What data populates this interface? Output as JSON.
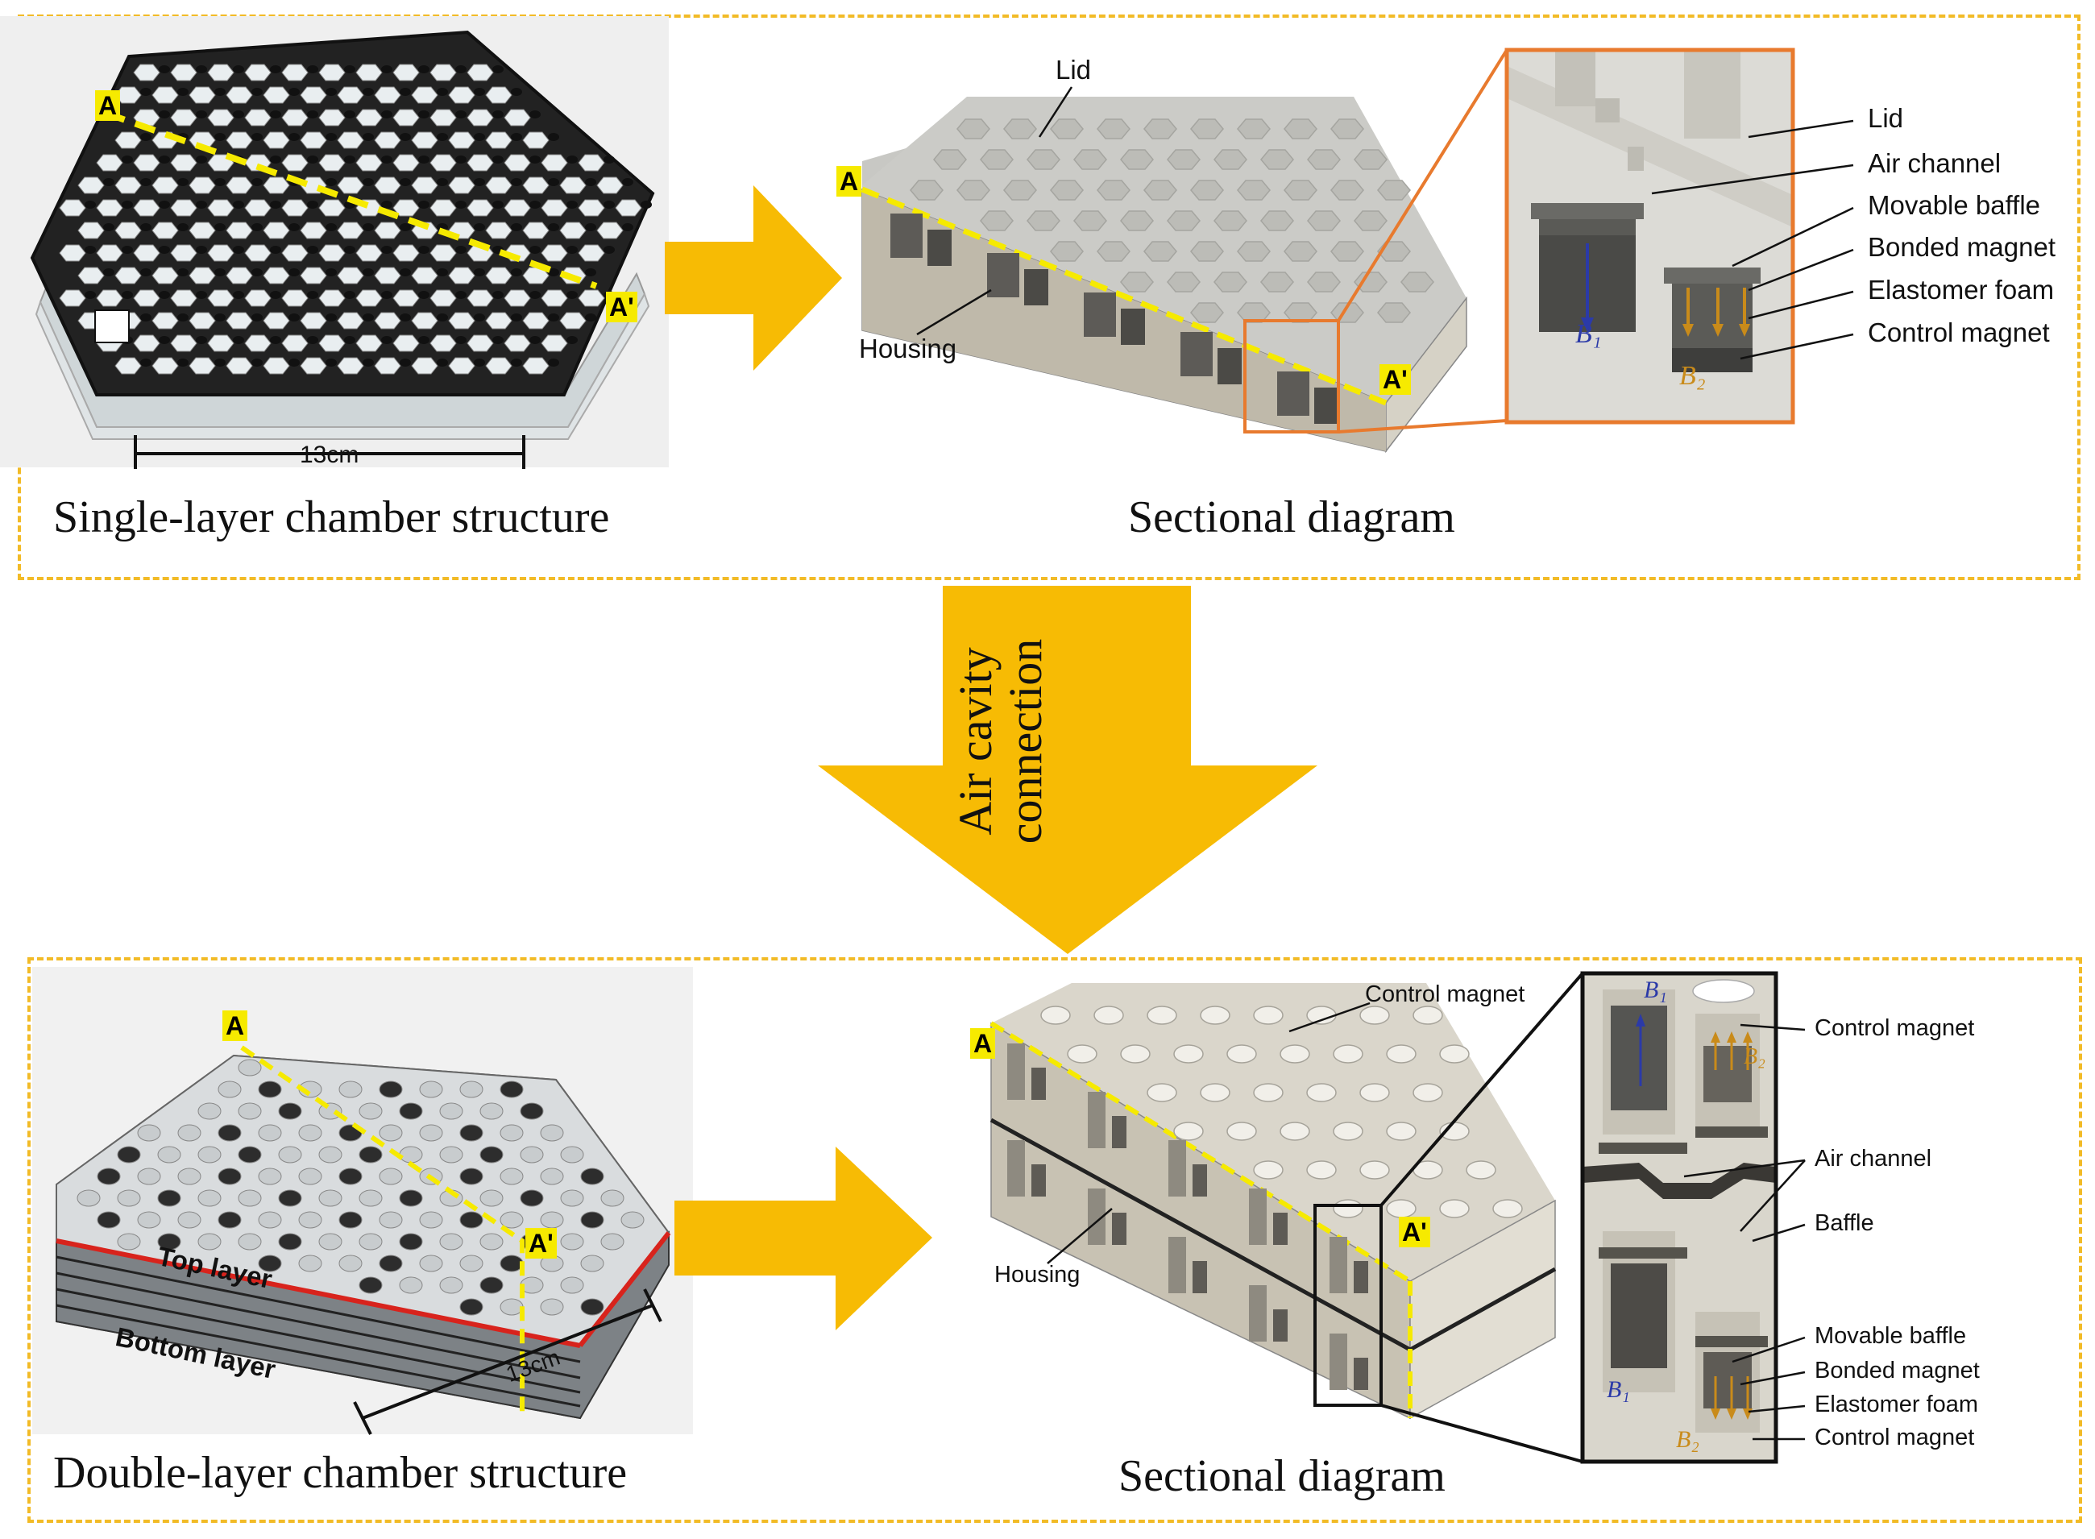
{
  "colors": {
    "accent": "#f7bb04",
    "dashed_border": "#f2bb27",
    "section_line": "#f6ea00",
    "zoom_box_top": "#e87a2e",
    "zoom_box_bottom": "#111111",
    "field_b1": "#2b3aa8",
    "field_b2": "#c98b1a",
    "red_divider": "#d8231c"
  },
  "top_panel": {
    "photo_section_start": "A",
    "photo_section_end": "A'",
    "photo_dimension": "13cm",
    "photo_caption": "Single-layer chamber structure",
    "model_section_start": "A",
    "model_section_end": "A'",
    "model_label_lid": "Lid",
    "model_label_housing": "Housing",
    "zoom_labels": [
      "Lid",
      "Air channel",
      "Movable baffle",
      "Bonded magnet",
      "Elastomer foam",
      "Control magnet"
    ],
    "field_b1": "B₁",
    "field_b2": "B₂",
    "diagram_caption": "Sectional diagram"
  },
  "connector": {
    "line1": "Air cavity",
    "line2": "connection"
  },
  "bottom_panel": {
    "photo_section_start": "A",
    "photo_section_end": "A'",
    "photo_top_layer": "Top layer",
    "photo_bottom_layer": "Bottom layer",
    "photo_dimension": "13cm",
    "photo_caption": "Double-layer chamber structure",
    "model_section_start": "A",
    "model_section_end": "A'",
    "model_label_control_magnet": "Control magnet",
    "model_label_housing": "Housing",
    "zoom_labels_upper": [
      "Control magnet",
      "Air channel",
      "Baffle"
    ],
    "zoom_labels_lower": [
      "Movable baffle",
      "Bonded magnet",
      "Elastomer foam",
      "Control magnet"
    ],
    "field_b1_upper": "B₁",
    "field_b2_upper": "B₂",
    "field_b1_lower": "B₁",
    "field_b2_lower": "B₂",
    "diagram_caption": "Sectional diagram"
  }
}
